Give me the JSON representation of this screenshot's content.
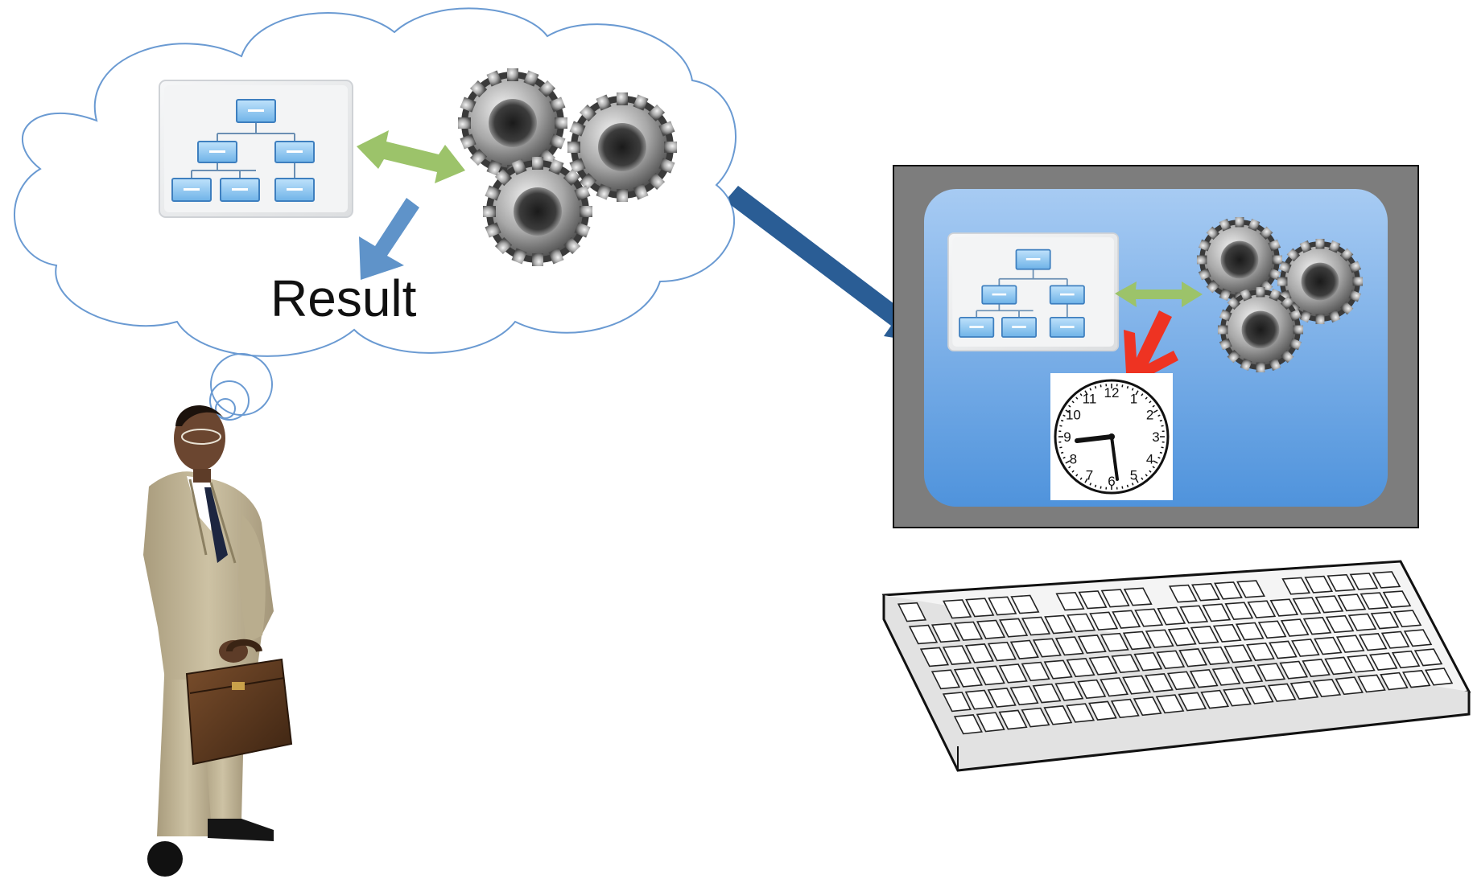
{
  "thought": {
    "result_label": "Result"
  },
  "clock": {
    "numerals": [
      "12",
      "1",
      "2",
      "3",
      "4",
      "5",
      "6",
      "7",
      "8",
      "9",
      "10",
      "11"
    ]
  },
  "colors": {
    "cloud_outline": "#6a9ad2",
    "arrow_green": "#9cc36a",
    "arrow_blue_light": "#5f93c9",
    "arrow_blue_dark": "#2a5d95",
    "arrow_red": "#ee3322",
    "screen_bg": "#7d7d7d",
    "window_top": "#a7cbf3",
    "window_bottom": "#4f93dc",
    "org_box": "#8fc6ef"
  },
  "icons": [
    "org-chart-icon",
    "gears-icon",
    "clock-icon",
    "person-figure",
    "briefcase-icon",
    "keyboard-icon"
  ]
}
